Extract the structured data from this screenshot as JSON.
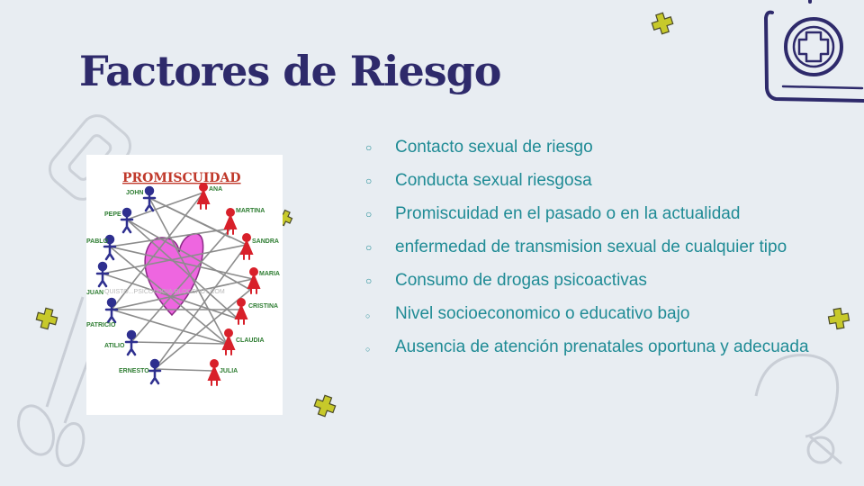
{
  "slide": {
    "title": "Factores de Riesgo",
    "figure": {
      "heading": "PROMISCUIDAD",
      "watermark": "QUISTO...PSICOLOGIA.BLOGSPOT.COM",
      "names": [
        "JOHN",
        "PEPE",
        "PABLO",
        "JUAN",
        "PATRICIO",
        "ATILIO",
        "ERNESTO",
        "ANA",
        "MARTINA",
        "SANDRA",
        "MARIA",
        "CRISTINA",
        "CLAUDIA",
        "JULIA"
      ]
    },
    "bullets": [
      {
        "text": "Contacto sexual de riesgo",
        "marker": "○"
      },
      {
        "text": "Conducta sexual riesgosa",
        "marker": "○"
      },
      {
        "text": "Promiscuidad en el pasado o en la actualidad",
        "marker": "○"
      },
      {
        "text": "enfermedad de transmision sexual de cualquier tipo",
        "marker": "○"
      },
      {
        "text": "Consumo de drogas psicoactivas",
        "marker": "○"
      },
      {
        "text": "Nivel socioeconomico o educativo bajo",
        "marker": "○"
      },
      {
        "text": "Ausencia de atención prenatales oportuna y adecuada",
        "marker": "○"
      }
    ]
  },
  "colors": {
    "background": "#e8edf2",
    "title": "#2e2a6b",
    "text": "#1f8b95",
    "accent_plus": "#c7c92a",
    "male_figure": "#2e2f8f",
    "female_figure": "#d8202a",
    "heart": "#ee66e0"
  },
  "icons": [
    "first-aid-kit-icon",
    "medical-plus-icon",
    "bandage-icon",
    "scissors-icon",
    "stethoscope-icon"
  ]
}
